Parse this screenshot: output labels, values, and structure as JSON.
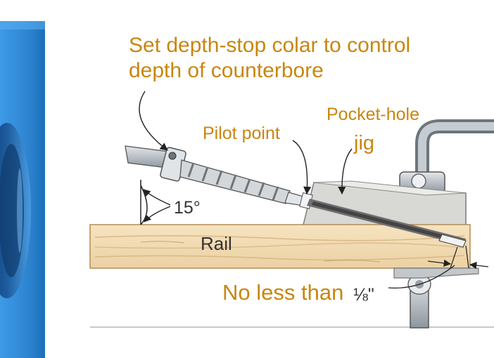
{
  "labels": {
    "title_line1": "Set depth-stop colar to control",
    "title_line2": "depth of counterbore",
    "pilot_point": "Pilot point",
    "pocket_hole": "Pocket-hole",
    "jig": "jig",
    "angle": "15°",
    "rail": "Rail",
    "no_less_than": "No less than",
    "fraction": "⅛\""
  },
  "colors": {
    "label_text": "#c8860f",
    "dark_text": "#333333",
    "blue_background": "#2f8fd8",
    "wood": "#f1d9ae",
    "wood_grain": "#d9b889",
    "jig_block": "#d6d6d3",
    "clamp_steel": "#bfc6cc"
  }
}
